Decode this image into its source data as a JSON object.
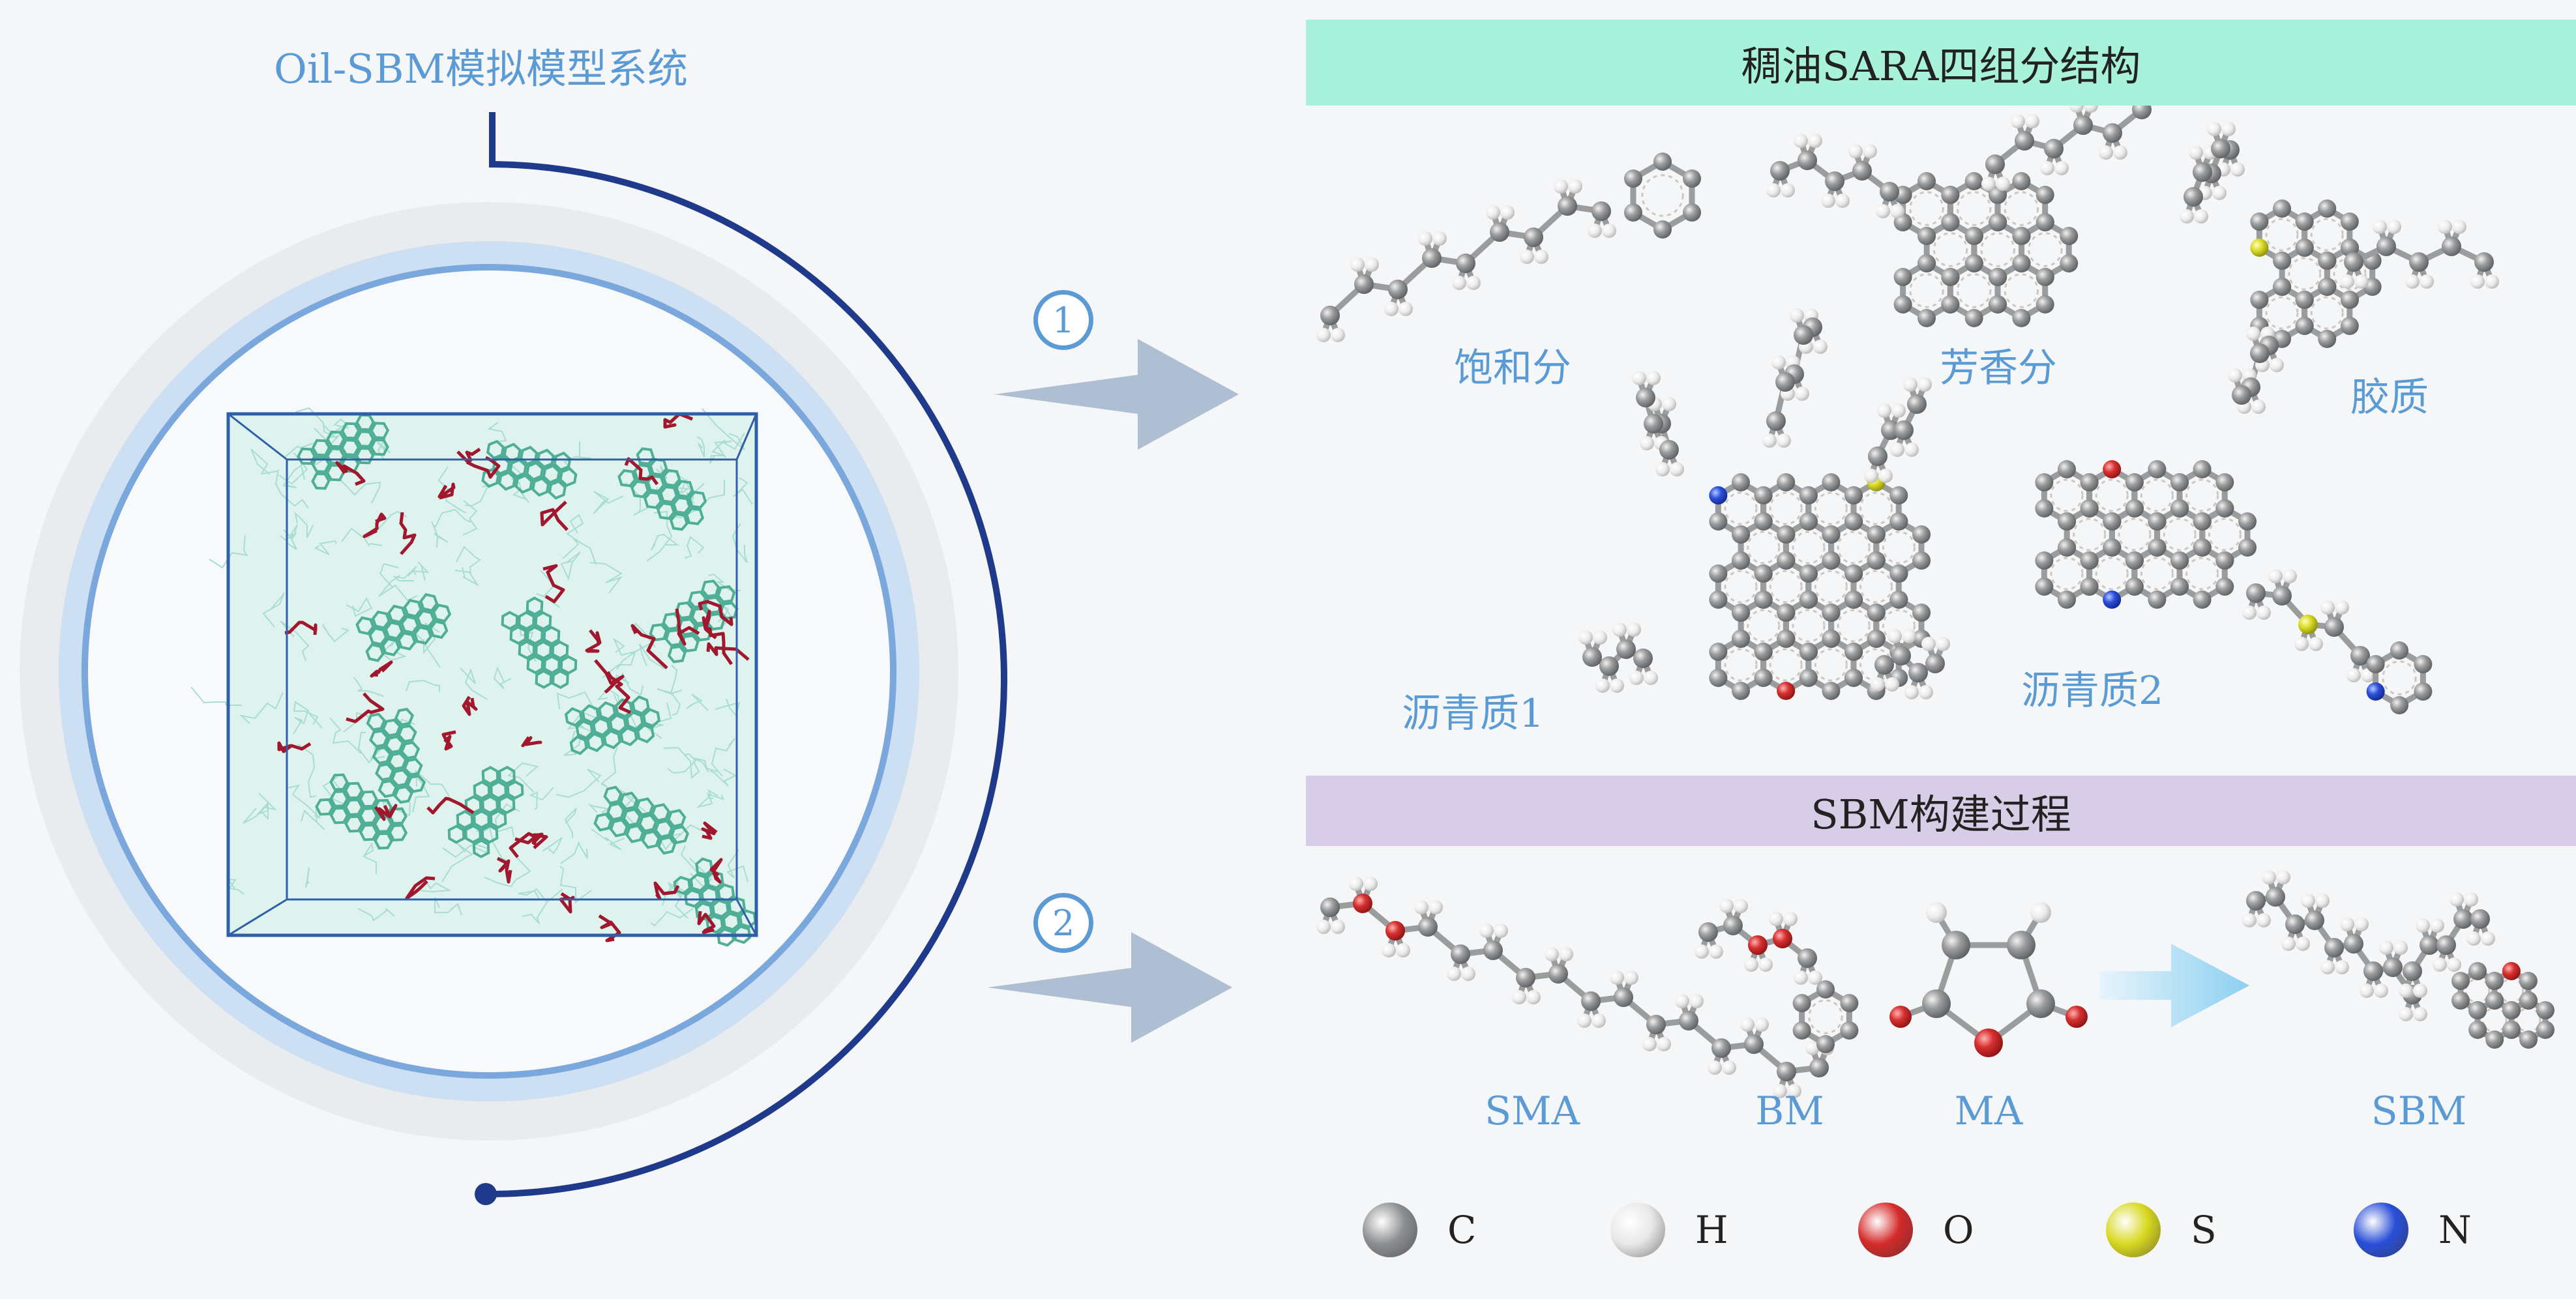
{
  "system_title": "Oil-SBM模拟模型系统",
  "steps": [
    "1",
    "2"
  ],
  "sara": {
    "banner": "稠油SARA四组分结构",
    "molecules": [
      "饱和分",
      "芳香分",
      "胶质",
      "沥青质1",
      "沥青质2"
    ]
  },
  "sbm": {
    "banner": "SBM构建过程",
    "molecules": [
      "SMA",
      "BM",
      "MA",
      "SBM"
    ]
  },
  "legend": [
    {
      "symbol": "C",
      "color": "#8c8e90"
    },
    {
      "symbol": "H",
      "color": "#e8e8e8"
    },
    {
      "symbol": "O",
      "color": "#d42a2a"
    },
    {
      "symbol": "S",
      "color": "#d8d820"
    },
    {
      "symbol": "N",
      "color": "#2a4fd8"
    }
  ],
  "colors": {
    "accent_blue": "#5b9bd5",
    "dark_navy": "#1f3a8a",
    "sara_banner": "#a8f2dc",
    "sbm_banner": "#d8cde6",
    "arrow": "#aebfd4",
    "oil_green": "#4fae96",
    "oil_red": "#a1182e"
  },
  "icons": [
    "simulation-box",
    "step-arrow",
    "reaction-arrow",
    "molecule-models"
  ]
}
